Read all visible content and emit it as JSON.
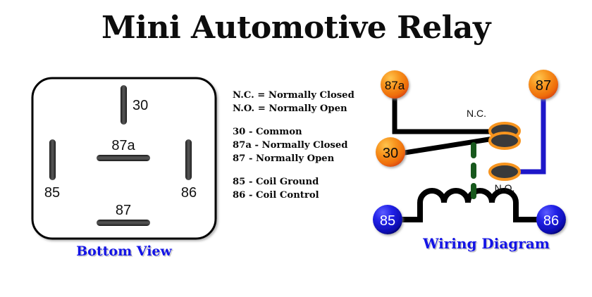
{
  "title": "Mini Automotive Relay",
  "bottom_view": {
    "caption": "Bottom View",
    "pins": [
      {
        "name": "30",
        "label": "30"
      },
      {
        "name": "87a",
        "label": "87a"
      },
      {
        "name": "85",
        "label": "85"
      },
      {
        "name": "86",
        "label": "86"
      },
      {
        "name": "87",
        "label": "87"
      }
    ]
  },
  "legend": {
    "groups": [
      {
        "lines": [
          "N.C. = Normally Closed",
          "N.O. = Normally Open"
        ]
      },
      {
        "lines": [
          "30 - Common",
          "87a - Normally Closed",
          "87 - Normally Open"
        ]
      },
      {
        "lines": [
          "85 - Coil Ground",
          "86 - Coil Control"
        ]
      }
    ]
  },
  "wiring": {
    "caption": "Wiring Diagram",
    "terminals": [
      {
        "name": "87a",
        "label": "87a",
        "color": "#f7941e"
      },
      {
        "name": "87",
        "label": "87",
        "color": "#f7941e"
      },
      {
        "name": "30",
        "label": "30",
        "color": "#f7941e"
      },
      {
        "name": "85",
        "label": "85",
        "color": "#1818d8"
      },
      {
        "name": "86",
        "label": "86",
        "color": "#1818d8"
      }
    ],
    "contact_labels": [
      {
        "name": "nc",
        "label": "N.C."
      },
      {
        "name": "no",
        "label": "N.O."
      }
    ]
  },
  "colors": {
    "orange_terminal": "#f7941e",
    "orange_terminal_edge": "#e2550a",
    "blue_terminal": "#1818d8",
    "blue_terminal_edge": "#00067a",
    "blue_wire": "#1d17c9",
    "black_wire": "#000000",
    "armature_green": "#17581c",
    "contact_fill": "#3a3a3a",
    "contact_ring": "#f7941e",
    "caption_blue": "#1414e6",
    "pin_dark": "#2a2a2a",
    "body_outline": "#000000"
  }
}
